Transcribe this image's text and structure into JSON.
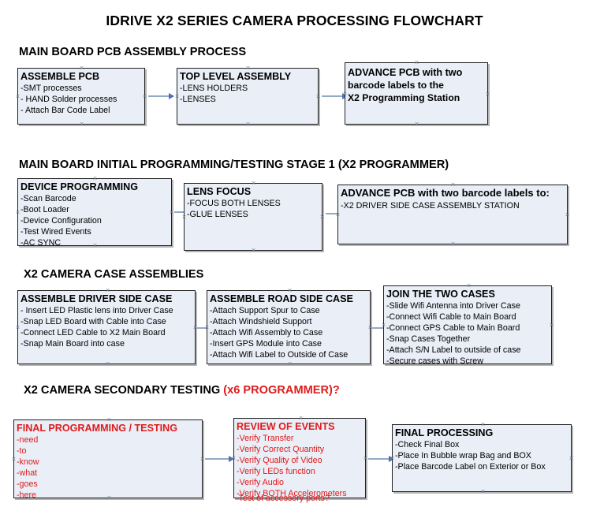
{
  "title": "IDRIVE X2  SERIES CAMERA PROCESSING FLOWCHART",
  "colors": {
    "node_fill": "#e9eef7",
    "node_border": "#1f1f1f",
    "connector": "#93aac6",
    "arrowhead": "#4a72b5",
    "accent_red": "#e01b1b",
    "text": "#000000"
  },
  "sections": [
    {
      "heading": "MAIN BOARD PCB ASSEMBLY PROCESS",
      "heading_accent": "",
      "nodes": [
        {
          "title": "ASSEMBLE PCB",
          "lines": [
            "-SMT processes",
            "- HAND Solder processes",
            "- Attach Bar Code Label"
          ]
        },
        {
          "title": "TOP LEVEL ASSEMBLY",
          "lines": [
            "-LENS HOLDERS",
            "-LENSES"
          ]
        },
        {
          "title": "ADVANCE PCB with two",
          "lines": [
            "barcode labels to the",
            " X2 Programming Station"
          ]
        }
      ]
    },
    {
      "heading": "MAIN BOARD INITIAL PROGRAMMING/TESTING STAGE 1 (X2 PROGRAMMER)",
      "heading_accent": "",
      "nodes": [
        {
          "title": "DEVICE PROGRAMMING",
          "lines": [
            "-Scan Barcode",
            "-Boot Loader",
            "-Device Configuration",
            "-Test Wired Events",
            "-AC SYNC"
          ]
        },
        {
          "title": "LENS FOCUS",
          "lines": [
            "-FOCUS BOTH LENSES",
            "-GLUE LENSES"
          ]
        },
        {
          "title": "ADVANCE PCB with two barcode labels to:",
          "lines": [
            "-X2 DRIVER  SIDE  CASE  ASSEMBLY STATION"
          ]
        }
      ]
    },
    {
      "heading": "X2 CAMERA CASE ASSEMBLIES",
      "heading_accent": "",
      "nodes": [
        {
          "title": "ASSEMBLE DRIVER SIDE CASE",
          "lines": [
            "- Insert LED Plastic lens into Driver Case",
            "-Snap LED Board with Cable into Case",
            "-Connect LED Cable to X2 Main Board",
            "-Snap Main Board into case"
          ]
        },
        {
          "title": "ASSEMBLE ROAD SIDE CASE",
          "lines": [
            "-Attach Support Spur to Case",
            "-Attach Windshield Support",
            "-Attach Wifi Assembly to Case",
            "-Insert GPS Module into Case",
            "-Attach Wifi Label to Outside of Case"
          ]
        },
        {
          "title": "JOIN THE TWO CASES",
          "lines": [
            "-Slide Wifi Antenna into Driver Case",
            "-Connect Wifi Cable to Main Board",
            "-Connect GPS Cable to Main Board",
            "-Snap Cases Together",
            "-Attach S/N Label to outside of case",
            "-Secure cases with Screw"
          ]
        }
      ]
    },
    {
      "heading": "X2 CAMERA SECONDARY TESTING ",
      "heading_accent": "(x6 PROGRAMMER)?",
      "nodes": [
        {
          "title": "FINAL PROGRAMMING / TESTING",
          "lines": [
            "-need",
            "-to",
            "-know",
            "-what",
            "-goes",
            "-here"
          ]
        },
        {
          "title": "REVIEW OF EVENTS",
          "lines": [
            "-Verify Transfer",
            "-Verify Correct Quantity",
            "-Verify Quality of Video",
            "-Verify LEDs function",
            "-Verify Audio",
            "-Verify BOTH Accelerometers"
          ],
          "overflow_line": "-Test of accessory ports?"
        },
        {
          "title": "FINAL PROCESSING",
          "lines": [
            " -Check Final Box",
            "-Place In Bubble wrap Bag and BOX",
            "-Place Barcode Label on Exterior or Box"
          ]
        }
      ]
    }
  ]
}
